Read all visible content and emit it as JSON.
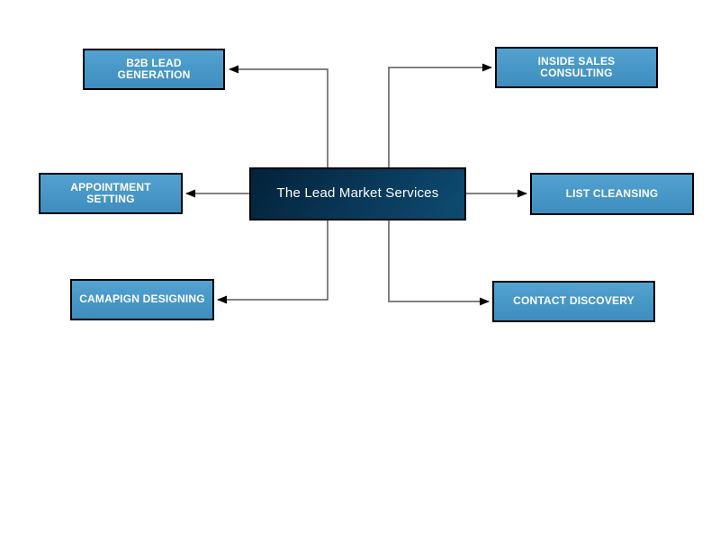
{
  "diagram": {
    "title": "The Lead Market Services",
    "center": {
      "label": "The Lead Market Services"
    },
    "nodes": [
      {
        "id": "b2b-lead-generation",
        "label": "B2B LEAD GENERATION",
        "position": "top-left"
      },
      {
        "id": "inside-sales-consulting",
        "label": "INSIDE SALES CONSULTING",
        "position": "top-right"
      },
      {
        "id": "appointment-setting",
        "label": "APPOINTMENT SETTING",
        "position": "middle-left"
      },
      {
        "id": "list-cleansing",
        "label": "LIST CLEANSING",
        "position": "middle-right"
      },
      {
        "id": "camapign-designing",
        "label": "CAMAPIGN DESIGNING",
        "position": "bottom-left"
      },
      {
        "id": "contact-discovery",
        "label": "CONTACT DISCOVERY",
        "position": "bottom-right"
      }
    ],
    "edges": [
      {
        "from": "center",
        "to": "b2b-lead-generation"
      },
      {
        "from": "center",
        "to": "inside-sales-consulting"
      },
      {
        "from": "center",
        "to": "appointment-setting"
      },
      {
        "from": "center",
        "to": "list-cleansing"
      },
      {
        "from": "center",
        "to": "camapign-designing"
      },
      {
        "from": "center",
        "to": "contact-discovery"
      }
    ],
    "colors": {
      "node_fill": "#4898c8",
      "node_fill_light": "#55a2d0",
      "node_fill_dark": "#3f8dbe",
      "center_fill_dark": "#03223a",
      "center_fill_light": "#0e4c72",
      "border": "#000000",
      "line": "#595959",
      "arrowhead": "#000000",
      "text": "#ffffff",
      "background": "#ffffff"
    }
  }
}
